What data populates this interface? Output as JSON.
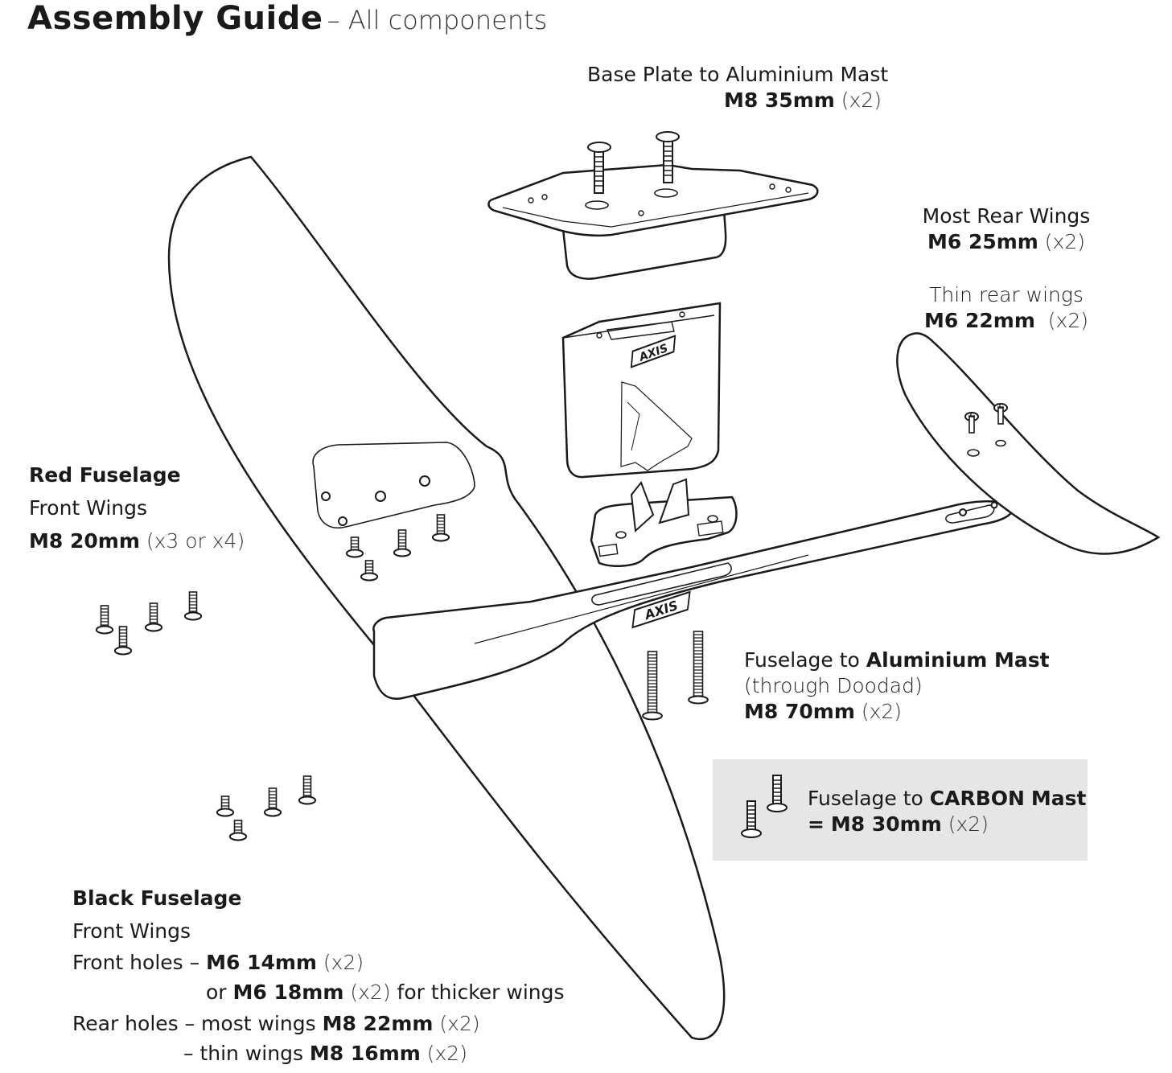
{
  "title": "Assembly Guide",
  "subtitle": "– All components",
  "labels": {
    "base_plate": {
      "line1": "Base Plate to Aluminium Mast",
      "spec": "M8 35mm",
      "qty": "(x2)"
    },
    "most_rear_wings": {
      "line1": "Most Rear Wings",
      "spec": "M6 25mm",
      "qty": "(x2)"
    },
    "thin_rear_wings": {
      "line1": "Thin rear wings",
      "spec": "M6 22mm",
      "qty": "(x2)"
    },
    "red_fuselage": {
      "title": "Red Fuselage",
      "line2": "Front Wings",
      "spec": "M8 20mm",
      "qty": "(x3 or x4)"
    },
    "fuselage_alu": {
      "prefix": "Fuselage to",
      "bold": "Aluminium Mast",
      "line2": "(through Doodad)",
      "spec": "M8 70mm",
      "qty": "(x2)"
    },
    "fuselage_carbon": {
      "prefix": "Fuselage to",
      "bold": "CARBON",
      "suffix": "Mast",
      "eq": "=",
      "spec": "M8 30mm",
      "qty": "(x2)"
    },
    "black_fuselage": {
      "title": "Black Fuselage",
      "line2": "Front Wings",
      "front_prefix": "Front holes –",
      "front_spec": "M6 14mm",
      "front_qty": "(x2)",
      "or_prefix": "or",
      "or_spec": "M6 18mm",
      "or_qty": "(x2)",
      "or_suffix": "for thicker wings",
      "rear_prefix": "Rear holes – most wings",
      "rear_spec": "M8 22mm",
      "rear_qty": "(x2)",
      "thin_prefix": "– thin wings",
      "thin_spec": "M8 16mm",
      "thin_qty": "(x2)"
    }
  },
  "logo_text": "AXIS",
  "colors": {
    "ink": "#1a1a1a",
    "box": "#e6e6e6"
  }
}
